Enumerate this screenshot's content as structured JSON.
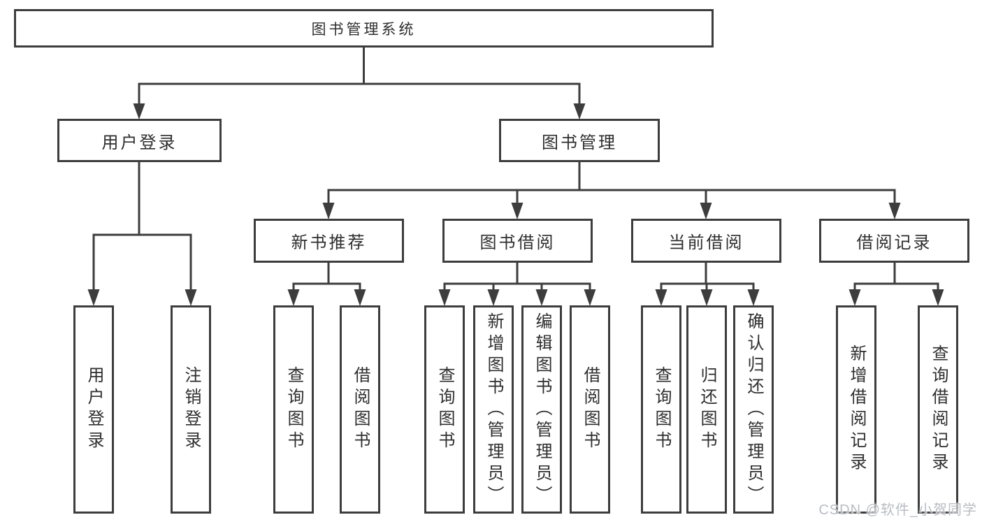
{
  "diagram": {
    "root": {
      "label": "图书管理系统"
    },
    "branches": [
      {
        "label": "用户登录",
        "leaves": [
          "用户登录",
          "注销登录"
        ]
      },
      {
        "label": "图书管理",
        "groups": [
          {
            "label": "新书推荐",
            "leaves": [
              "查询图书",
              "借阅图书"
            ]
          },
          {
            "label": "图书借阅",
            "leaves": [
              "查询图书",
              "新增图书（管理员）",
              "编辑图书（管理员）",
              "借阅图书"
            ]
          },
          {
            "label": "当前借阅",
            "leaves": [
              "查询图书",
              "归还图书",
              "确认归还（管理员）"
            ]
          },
          {
            "label": "借阅记录",
            "leaves": [
              "新增借阅记录",
              "查询借阅记录"
            ]
          }
        ]
      }
    ],
    "colors": {
      "line": "#3d3d3d",
      "box_border": "#3d3d3d",
      "text": "#2e2e2e",
      "background": "#ffffff"
    }
  },
  "watermark": {
    "text": "CSDN @软件_小贺同学",
    "color": "#b9bdc4"
  }
}
